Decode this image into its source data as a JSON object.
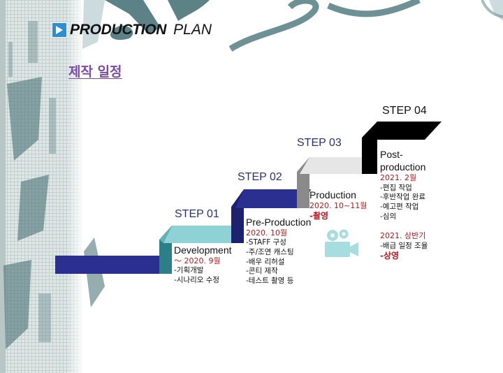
{
  "header": {
    "title_main": "PRODUCTION",
    "title_sub": "PLAN",
    "subtitle": "제작 일정"
  },
  "colors": {
    "step1": "#8fd2d6",
    "step2": "#2b2f8f",
    "step3": "#e6e6e6",
    "step4": "#000000",
    "date_red": "#c0151a",
    "step_label": "#2b2f7a",
    "camera": "#a8dde0"
  },
  "icons": [
    "play-icon",
    "camera-icon"
  ],
  "steps": [
    {
      "label": "STEP 01",
      "phase": "Development",
      "date": "～ 2020. 9월",
      "items": [
        "-기획개발",
        "-시나리오 수정"
      ]
    },
    {
      "label": "STEP 02",
      "phase": "Pre-Production",
      "date": "2020. 10월",
      "items": [
        "-STAFF 구성",
        "-주/조연 캐스팅",
        "-배우 리허설",
        "-콘티 제작",
        "-테스트 촬영 등"
      ]
    },
    {
      "label": "STEP 03",
      "phase": "Production",
      "date": "2020. 10~11월",
      "highlight": "-촬영"
    },
    {
      "label": "STEP 04",
      "phase_line1": "Post-",
      "phase_line2": "production",
      "date": "2021. 2월",
      "items": [
        "-편집 작업",
        "-후반작업 완료",
        "-예고편 작업",
        "-심의"
      ],
      "date2": "2021. 상반기",
      "items2": [
        "-배급 일정 조율"
      ],
      "highlight": "-상영"
    }
  ]
}
